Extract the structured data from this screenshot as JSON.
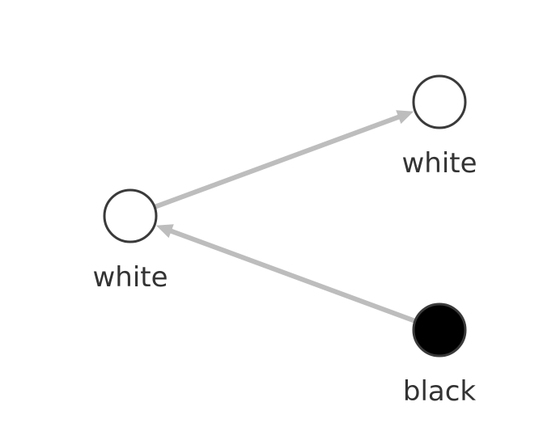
{
  "colors": {
    "white_node_fill": "#ffffff",
    "black_node_fill": "#000000",
    "node_stroke": "#3a3a3a",
    "edge": "#bdbdbd",
    "label": "#333333"
  },
  "nodes": [
    {
      "id": "n1",
      "label": "white",
      "color": "white"
    },
    {
      "id": "n2",
      "label": "white",
      "color": "white"
    },
    {
      "id": "n3",
      "label": "black",
      "color": "black"
    }
  ],
  "edges": [
    {
      "from": "n1",
      "to": "n2"
    },
    {
      "from": "n3",
      "to": "n1"
    }
  ]
}
